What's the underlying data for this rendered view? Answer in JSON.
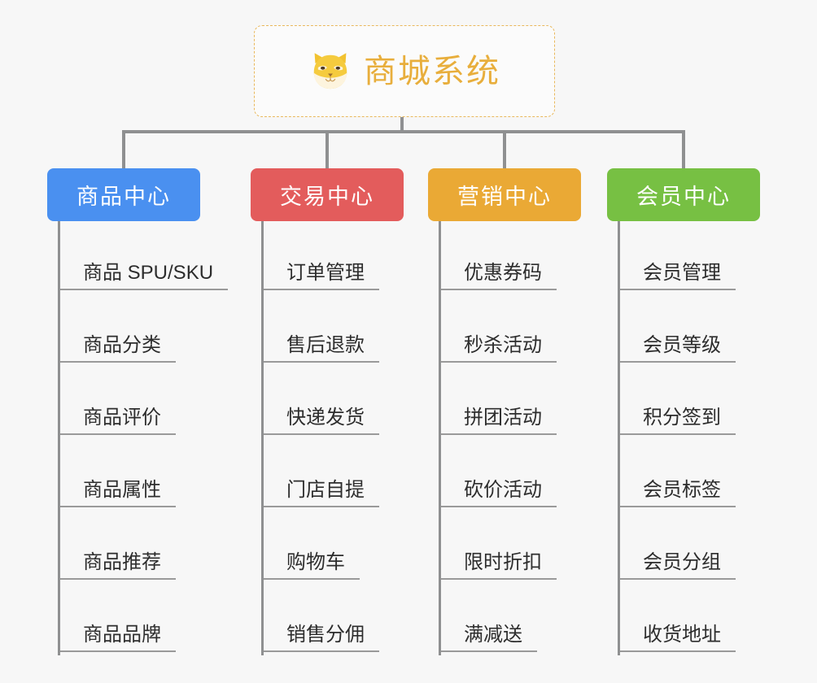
{
  "diagram": {
    "background_color": "#f7f7f7",
    "root": {
      "title": "商城系统",
      "icon": "shiba-dog-face-icon",
      "title_color": "#e8ae3c",
      "border_color": "#e9b85c"
    },
    "connector_color": "#8f9091",
    "categories": [
      {
        "label": "商品中心",
        "color": "#4a90f0",
        "items": [
          "商品 SPU/SKU",
          "商品分类",
          "商品评价",
          "商品属性",
          "商品推荐",
          "商品品牌"
        ]
      },
      {
        "label": "交易中心",
        "color": "#e35c5c",
        "items": [
          "订单管理",
          "售后退款",
          "快递发货",
          "门店自提",
          "购物车",
          "销售分佣"
        ]
      },
      {
        "label": "营销中心",
        "color": "#eaa935",
        "items": [
          "优惠券码",
          "秒杀活动",
          "拼团活动",
          "砍价活动",
          "限时折扣",
          "满减送"
        ]
      },
      {
        "label": "会员中心",
        "color": "#77c043",
        "items": [
          "会员管理",
          "会员等级",
          "积分签到",
          "会员标签",
          "会员分组",
          "收货地址"
        ]
      }
    ]
  }
}
